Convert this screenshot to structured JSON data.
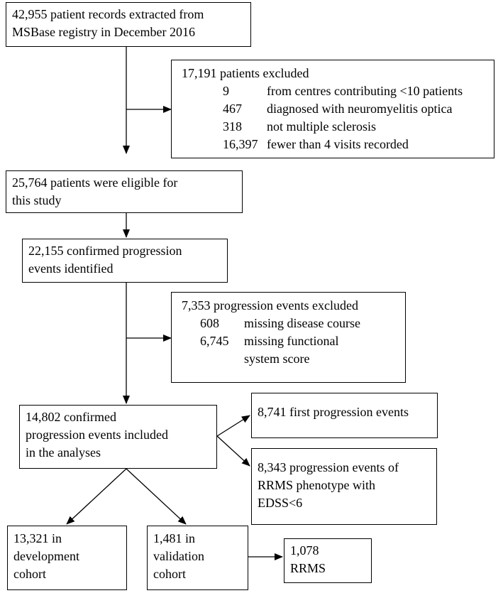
{
  "boxes": {
    "registry": {
      "lines": [
        "42,955 patient records extracted from",
        "MSBase registry in December 2016"
      ]
    },
    "excluded_patients": {
      "title": "17,191 patients excluded",
      "rows": [
        {
          "num": "9",
          "text": "from centres contributing <10 patients"
        },
        {
          "num": "467",
          "text": "diagnosed with neuromyelitis optica"
        },
        {
          "num": "318",
          "text": "not multiple sclerosis"
        },
        {
          "num": "16,397",
          "text": "fewer than 4 visits recorded"
        }
      ]
    },
    "eligible": {
      "lines": [
        "25,764 patients were eligible for",
        "this study"
      ]
    },
    "confirmed": {
      "lines": [
        "22,155 confirmed progression",
        "events identified"
      ]
    },
    "excluded_events": {
      "title": "7,353 progression events excluded",
      "rows": [
        {
          "num": "608",
          "text": "missing disease course"
        },
        {
          "num": "6,745",
          "text": "missing functional"
        },
        {
          "num": "",
          "text": "system score"
        }
      ]
    },
    "included": {
      "lines": [
        "14,802 confirmed",
        "progression events included",
        "in the analyses"
      ]
    },
    "first_events": {
      "lines": [
        "8,741 first progression events"
      ]
    },
    "rrms_events": {
      "lines": [
        "8,343 progression events of",
        "RRMS phenotype with",
        "EDSS<6"
      ]
    },
    "development": {
      "lines": [
        "13,321 in",
        "development",
        "cohort"
      ]
    },
    "validation": {
      "lines": [
        "1,481 in",
        "validation",
        "cohort"
      ]
    },
    "rrms": {
      "lines": [
        "1,078",
        "RRMS"
      ]
    }
  }
}
